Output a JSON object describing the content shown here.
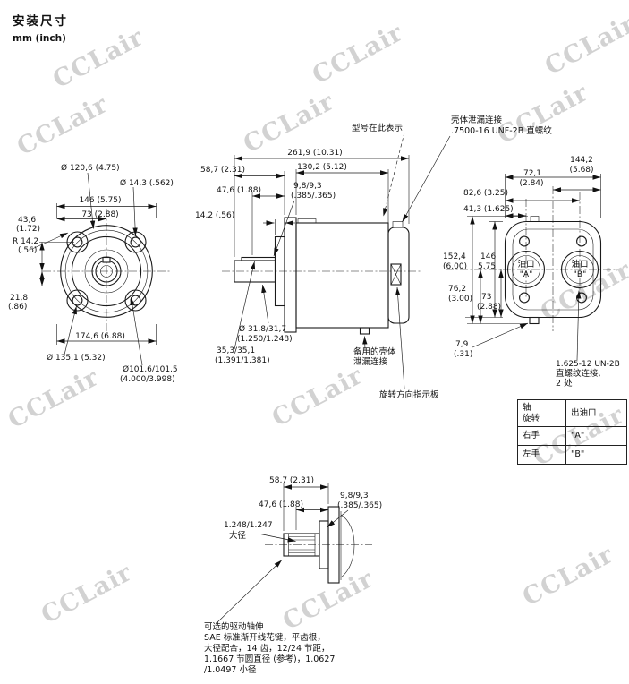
{
  "title": "安装尺寸",
  "subtitle": "mm (inch)",
  "watermark": "CCLair",
  "colors": {
    "line": "#1a1a1a",
    "text": "#111111",
    "watermark": "#d2d2d2",
    "background": "#ffffff"
  },
  "front": {
    "bolt_circle_dia": "Ø 120,6 (4.75)",
    "bolt_hole_dia": "Ø 14,3 (.562)",
    "bolt_spacing": "146 (5.75)",
    "half_spacing": "73 (2.88)",
    "top_offset_mm": "43,6",
    "top_offset_in": "(1.72)",
    "corner_radius_mm": "R 14,2",
    "corner_radius_in": "(.56)",
    "bottom_offset_mm": "21,8",
    "bottom_offset_in": "(.86)",
    "overall_width": "174,6 (6.88)",
    "outer_dia": "Ø 135,1 (5.32)",
    "pilot_dia_mm": "Ø101,6/101,5",
    "pilot_dia_in": "(4.000/3.998)"
  },
  "side": {
    "model_label": "型号在此表示",
    "leak_line1": "壳体泄漏连接",
    "leak_line2": ".7500-16 UNF-2B 直螺纹",
    "overall_length": "261,9 (10.31)",
    "body_length": "130,2 (5.12)",
    "shaft_ext": "58,7 (2.31)",
    "key_length": "47,6 (1.88)",
    "key_width_mm": "9,8/9,3",
    "key_width_in": "(.385/.365)",
    "pilot_depth": "14,2 (.56)",
    "shaft_dia_mm": "Ø 31,8/31,7",
    "shaft_dia_in": "(1.250/1.248)",
    "key_height_mm": "35,3/35,1",
    "key_height_in": "(1.391/1.381)",
    "spare_line1": "备用的壳体",
    "spare_line2": "泄漏连接",
    "rotation_label": "旋转方向指示板"
  },
  "rear": {
    "width_mm": "144,2",
    "width_in": "(5.68)",
    "half_width_mm": "72,1",
    "half_width_in": "(2.84)",
    "port_b_offset": "82,6 (3.25)",
    "port_a_offset": "41,3 (1.625)",
    "height_mm": "146",
    "height_in": "5.75",
    "overall_height_mm": "152,4",
    "overall_height_in": "(6.00)",
    "half_height_mm": "76,2",
    "half_height_in": "(3.00)",
    "port_v_mm": "73",
    "port_v_in": "(2.88)",
    "stud_mm": "7,9",
    "stud_in": "(.31)",
    "port_a_line1": "油口",
    "port_a_line2": "\"A\"",
    "port_b_line1": "油口",
    "port_b_line2": "\"B\"",
    "thread_line1": "1.625-12 UN-2B",
    "thread_line2": "直螺纹连接,",
    "thread_line3": "2 处"
  },
  "table": {
    "col1_line1": "轴",
    "col1_line2": "旋转",
    "col2_header": "出油口",
    "rows": [
      {
        "rotation": "右手",
        "port": "\"A\""
      },
      {
        "rotation": "左手",
        "port": "\"B\""
      }
    ]
  },
  "shaft": {
    "len_overall": "58,7 (2.31)",
    "len_spline": "47,6 (1.88)",
    "spline_w_mm": "9,8/9,3",
    "spline_w_in": "(.385/.365)",
    "major_dia": "1.248/1.247",
    "major_dia_label": "大径",
    "note1": "可选的驱动轴伸",
    "note2": "SAE 标准渐开线花键，平齿根，",
    "note3": "大径配合，14 齿，12/24 节距，",
    "note4": "1.1667 节圆直径 (参考)，1.0627",
    "note5": "/1.0497 小径"
  }
}
